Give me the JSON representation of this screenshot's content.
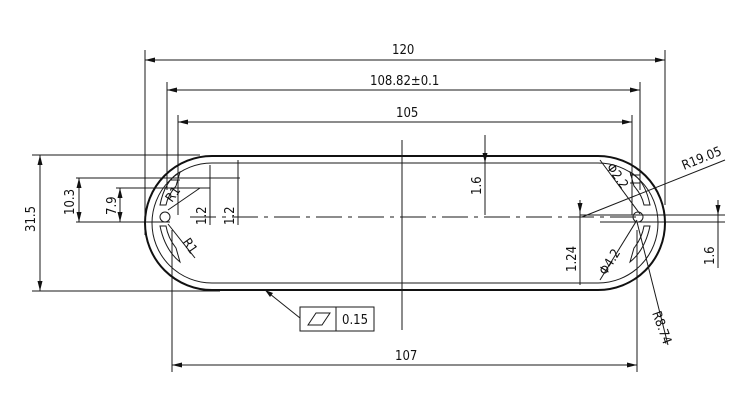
{
  "drawing": {
    "dimensions": {
      "overall_width": "120",
      "rail_width": "108.82±0.1",
      "inner_width": "105",
      "bottom_width": "107",
      "height": "31.5",
      "slot_outer": "10.3",
      "slot_inner": "7.9",
      "gap_left_a": "1.2",
      "gap_left_b": "1.2",
      "center_offset": "1.6",
      "right_offset": "1.24",
      "right_thickness": "1.6",
      "radius_small_top": "R1",
      "radius_small_bottom": "R1",
      "radius_outer": "R19.05",
      "radius_inner": "R8.74",
      "hole_small": "Φ2.2",
      "hole_large": "Φ4.2"
    },
    "tolerance": {
      "symbol": "flatness",
      "value": "0.15"
    }
  }
}
